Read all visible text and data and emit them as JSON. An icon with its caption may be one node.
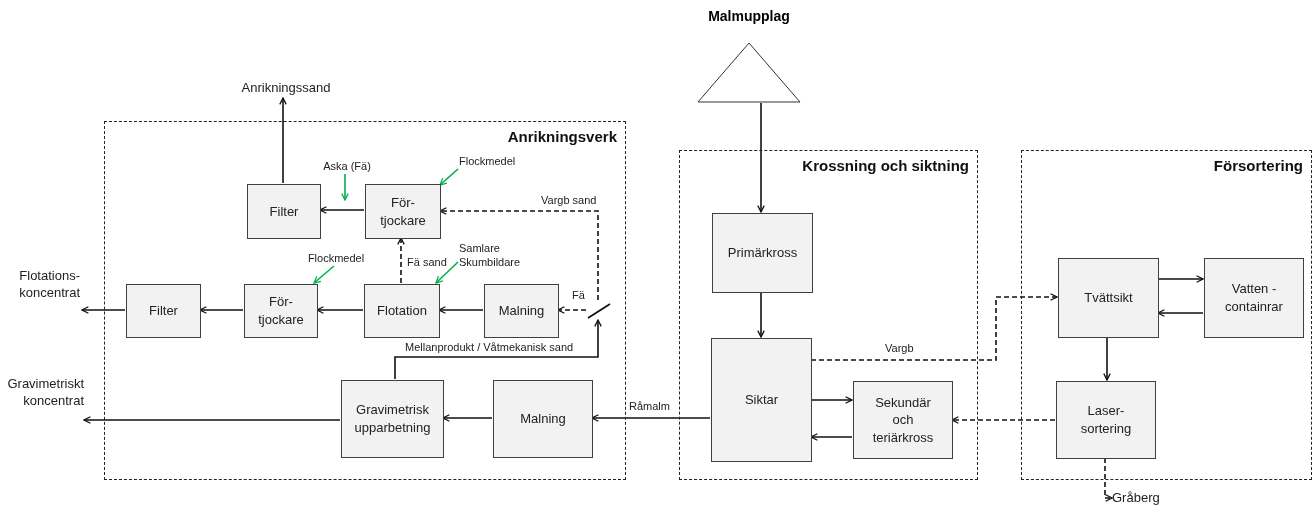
{
  "diagram": {
    "nodes": [
      {
        "text": [
          "Anrikningssand"
        ]
      },
      {
        "text": [
          "Anrikningsverk"
        ]
      },
      {
        "text": [
          "Aska (Fä)"
        ],
        "in": 1
      },
      {
        "text": [
          "Flockmedel"
        ],
        "in": 1
      },
      {
        "text": [
          "Filter"
        ],
        "in": 1
      },
      {
        "text": [
          "För- tjockare"
        ],
        "in": 1
      },
      {
        "text": [
          "Samlare Skumbildare"
        ],
        "in": 1
      },
      {
        "text": [
          "Flockmedel"
        ],
        "in": 1
      },
      {
        "text": [
          "Flotations- koncentrat"
        ]
      },
      {
        "text": [
          "Filter"
        ],
        "in": 1
      },
      {
        "text": [
          "För- tjockare"
        ],
        "in": 1
      },
      {
        "text": [
          "Flotation"
        ],
        "in": 1
      },
      {
        "text": [
          "Malning"
        ],
        "in": 1
      },
      {
        "text": [],
        "shape": "bar",
        "in": 1
      },
      {
        "text": [
          "Gravimetriskt koncentrat"
        ]
      },
      {
        "text": [
          "Gravimetrisk upparbetning"
        ],
        "in": 1
      },
      {
        "text": [
          "Malning"
        ],
        "in": 1
      },
      {
        "text": [
          "Malmupplag"
        ]
      },
      {
        "text": [
          "Krossning och siktning"
        ]
      },
      {
        "text": [
          "Primärkross"
        ],
        "in": 18
      },
      {
        "text": [
          "Siktar"
        ],
        "in": 18
      },
      {
        "text": [
          "Sekundär och teriärkross"
        ],
        "in": 18
      },
      {
        "text": [
          "Försortering"
        ]
      },
      {
        "text": [
          "Tvättsikt"
        ],
        "in": 22
      },
      {
        "text": [
          "Vatten - containrar"
        ],
        "in": 22
      },
      {
        "text": [
          "Laser- sortering"
        ],
        "in": 22
      },
      {
        "text": [
          "Gråberg"
        ]
      }
    ],
    "edges": [
      {
        "from": 4,
        "to": 0,
        "arrow": "to"
      },
      {
        "from": 5,
        "to": 4,
        "arrow": "to"
      },
      {
        "from": 2,
        "to": null,
        "arrow": "to",
        "color": "#00b050"
      },
      {
        "from": 3,
        "to": 5,
        "arrow": "to",
        "color": "#00b050"
      },
      {
        "from": 13,
        "to": 5,
        "arrow": "to",
        "style": "dashed",
        "label": "Vargb sand"
      },
      {
        "from": 11,
        "to": 5,
        "arrow": "to",
        "style": "dashed",
        "label": "Fä sand"
      },
      {
        "from": 6,
        "to": 11,
        "arrow": "to",
        "color": "#00b050"
      },
      {
        "from": 7,
        "to": 10,
        "arrow": "to",
        "color": "#00b050"
      },
      {
        "from": 12,
        "to": 11,
        "arrow": "to"
      },
      {
        "from": 11,
        "to": 10,
        "arrow": "to"
      },
      {
        "from": 10,
        "to": 9,
        "arrow": "to"
      },
      {
        "from": 9,
        "to": 8,
        "arrow": "to"
      },
      {
        "from": 13,
        "to": 12,
        "arrow": "to",
        "style": "dashed",
        "label": "Fä"
      },
      {
        "from": 15,
        "to": 13,
        "arrow": "to",
        "label": "Mellanprodukt / Våtmekanisk sand"
      },
      {
        "from": 16,
        "to": 15,
        "arrow": "to"
      },
      {
        "from": 15,
        "to": 14,
        "arrow": "to"
      },
      {
        "from": 20,
        "to": 16,
        "arrow": "to",
        "label": "Råmalm"
      },
      {
        "from": 17,
        "to": 19,
        "arrow": "to"
      },
      {
        "from": 19,
        "to": 20,
        "arrow": "to"
      },
      {
        "from": 20,
        "to": 21,
        "arrow": "to"
      },
      {
        "from": 21,
        "to": 20,
        "arrow": "to"
      },
      {
        "from": 20,
        "to": 23,
        "arrow": "to",
        "style": "dashed",
        "label": "Vargb"
      },
      {
        "from": 23,
        "to": 24,
        "arrow": "to"
      },
      {
        "from": 24,
        "to": 23,
        "arrow": "to"
      },
      {
        "from": 23,
        "to": 25,
        "arrow": "to"
      },
      {
        "from": 25,
        "to": 21,
        "arrow": "to",
        "style": "dashed"
      },
      {
        "from": 25,
        "to": 26,
        "arrow": "to",
        "style": "dashed"
      }
    ]
  }
}
